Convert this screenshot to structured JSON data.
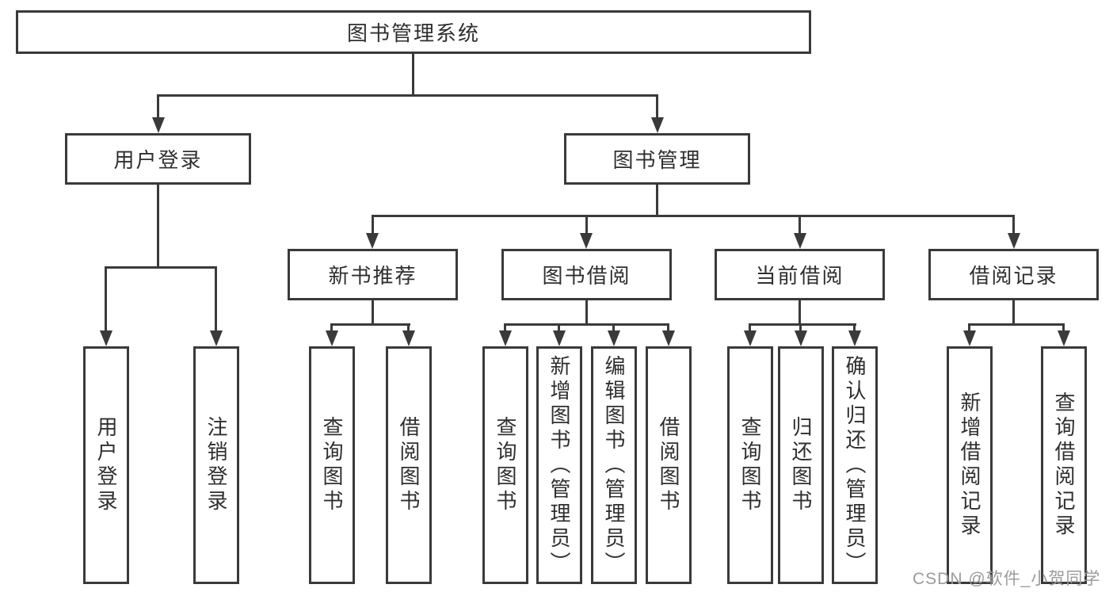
{
  "diagram_type": "hierarchy-tree",
  "colors": {
    "line": "#3a3a3a",
    "text": "#2f2f2f",
    "background": "#ffffff",
    "watermark_text_color": "#9b9b9b"
  },
  "tree": {
    "root": {
      "label": "图书管理系统"
    },
    "branches": [
      {
        "label": "用户登录",
        "children": [
          {
            "label": "用户登录"
          },
          {
            "label": "注销登录"
          }
        ]
      },
      {
        "label": "图书管理",
        "children": [
          {
            "label": "新书推荐",
            "children": [
              {
                "label": "查询图书"
              },
              {
                "label": "借阅图书"
              }
            ]
          },
          {
            "label": "图书借阅",
            "children": [
              {
                "label": "查询图书"
              },
              {
                "label": "新增图书（管理员）"
              },
              {
                "label": "编辑图书（管理员）"
              },
              {
                "label": "借阅图书"
              }
            ]
          },
          {
            "label": "当前借阅",
            "children": [
              {
                "label": "查询图书"
              },
              {
                "label": "归还图书"
              },
              {
                "label": "确认归还（管理员）"
              }
            ]
          },
          {
            "label": "借阅记录",
            "children": [
              {
                "label": "新增借阅记录"
              },
              {
                "label": "查询借阅记录"
              }
            ]
          }
        ]
      }
    ]
  },
  "watermark": {
    "text": "CSDN @软件_小贺同学"
  }
}
